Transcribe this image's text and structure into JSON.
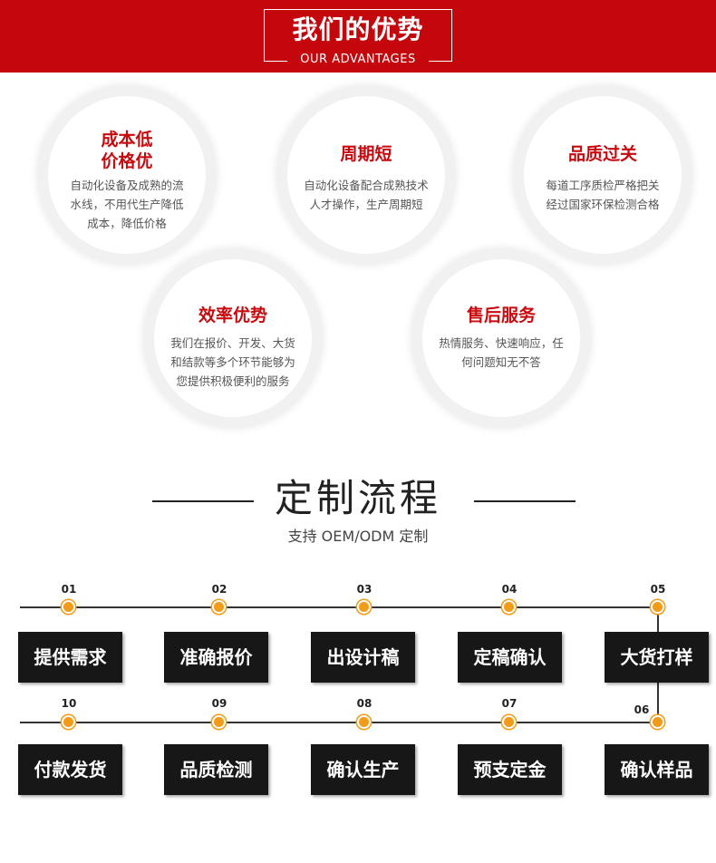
{
  "header": {
    "title_cn": "我们的优势",
    "title_en": "OUR ADVANTAGES"
  },
  "advantages": [
    {
      "title_line1": "成本低",
      "title_line2": "价格优",
      "desc_lines": [
        "自动化设备及成熟的流",
        "水线，不用代生产降低",
        "成本，降低价格"
      ]
    },
    {
      "title_line1": "周期短",
      "title_line2": "",
      "desc_lines": [
        "自动化设备配合成熟技术",
        "人才操作，生产周期短"
      ]
    },
    {
      "title_line1": "品质过关",
      "title_line2": "",
      "desc_lines": [
        "每道工序质检严格把关",
        "经过国家环保检测合格"
      ]
    },
    {
      "title_line1": "效率优势",
      "title_line2": "",
      "desc_lines": [
        "我们在报价、开发、大货",
        "和结款等多个环节能够为",
        "您提供积极便利的服务"
      ]
    },
    {
      "title_line1": "售后服务",
      "title_line2": "",
      "desc_lines": [
        "热情服务、快速响应，任",
        "何问题知无不答"
      ]
    }
  ],
  "process": {
    "title": "定制流程",
    "subtitle": "支持 OEM/ODM 定制",
    "steps": [
      {
        "num": "01",
        "label": "提供需求"
      },
      {
        "num": "02",
        "label": "准确报价"
      },
      {
        "num": "03",
        "label": "出设计稿"
      },
      {
        "num": "04",
        "label": "定稿确认"
      },
      {
        "num": "05",
        "label": "大货打样"
      },
      {
        "num": "06",
        "label": "确认样品"
      },
      {
        "num": "07",
        "label": "预支定金"
      },
      {
        "num": "08",
        "label": "确认生产"
      },
      {
        "num": "09",
        "label": "品质检测"
      },
      {
        "num": "10",
        "label": "付款发货"
      }
    ]
  },
  "colors": {
    "brand_red": "#c4070c",
    "dot_orange": "#f29b18",
    "box_black": "#171717"
  }
}
